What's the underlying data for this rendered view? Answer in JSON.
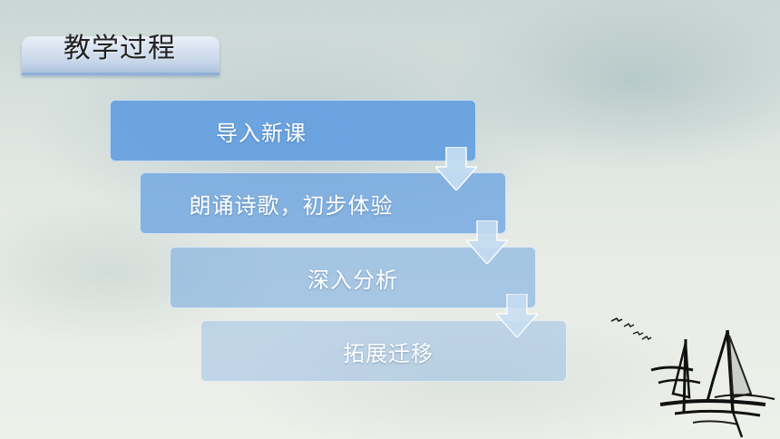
{
  "title": "教学过程",
  "steps": [
    {
      "label": "导入新课"
    },
    {
      "label": "朗诵诗歌，初步体验"
    },
    {
      "label": "深入分析"
    },
    {
      "label": "拓展迁移"
    }
  ],
  "colors": {
    "step_fill": "#64a0e1",
    "arrow_fill": "#bcd7f0",
    "title_bar": "#aec3df",
    "ink": "#1a1a1a"
  }
}
